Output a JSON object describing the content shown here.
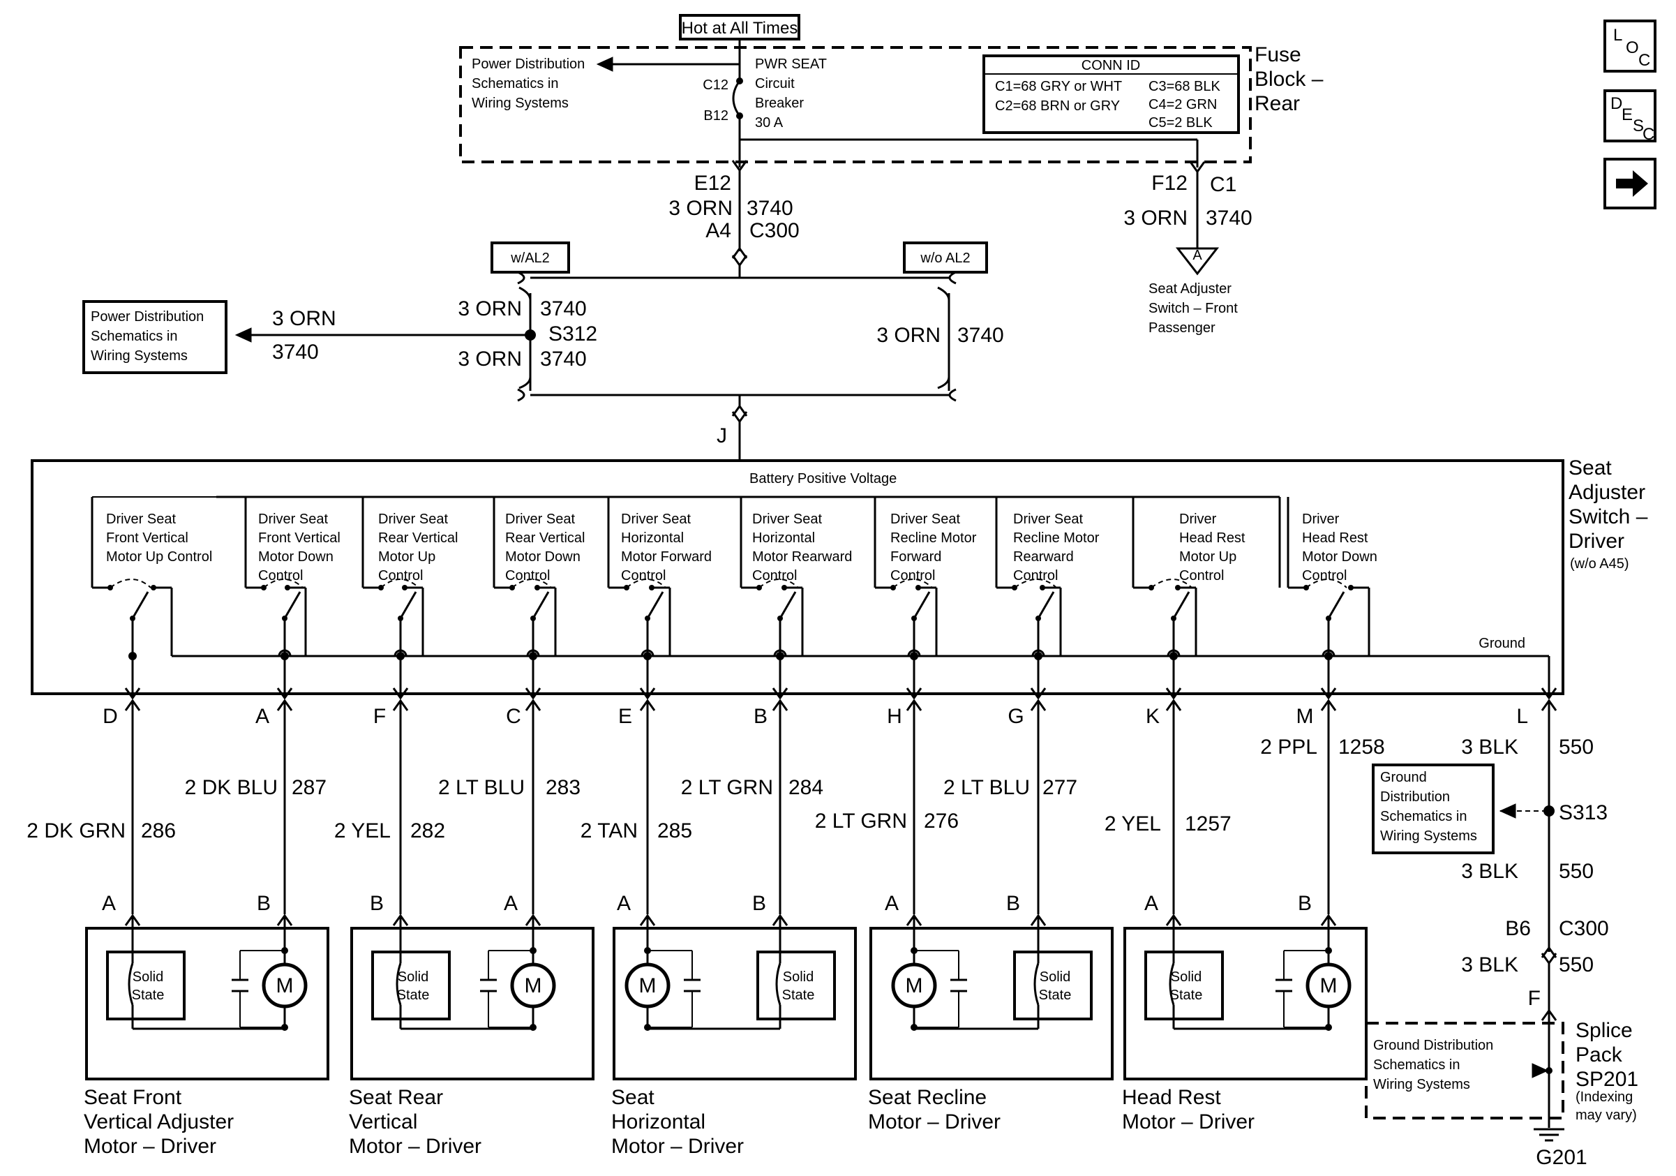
{
  "header": {
    "hot_label": "Hot at All Times"
  },
  "fuse_block": {
    "title_lines": [
      "Fuse",
      "Block –",
      "Rear"
    ],
    "pds_lines": [
      "Power Distribution",
      "Schematics in",
      "Wiring Systems"
    ],
    "breaker_lines": [
      "PWR SEAT",
      "Circuit",
      "Breaker",
      "30 A"
    ],
    "pin_c12": "C12",
    "pin_b12": "B12",
    "conn_id": {
      "title": "CONN ID",
      "left_lines": [
        "C1=68 GRY or WHT",
        "C2=68 BRN or GRY"
      ],
      "right_lines": [
        "C3=68 BLK",
        "C4=2 GRN",
        "C5=2 BLK"
      ]
    }
  },
  "nav_buttons": [
    {
      "name": "loc",
      "chars": [
        "L",
        "O",
        "C"
      ]
    },
    {
      "name": "desc",
      "chars": [
        "D",
        "E",
        "S",
        "C"
      ]
    },
    {
      "name": "arrow",
      "symbol": "➡"
    }
  ],
  "left_feed": {
    "pin_top": "E12",
    "wire": "3 ORN",
    "circuit": "3740",
    "pin_bottom": "A4",
    "connector": "C300"
  },
  "right_feed": {
    "pin": "F12",
    "connector": "C1",
    "wire": "3 ORN",
    "circuit": "3740",
    "offpage": "A",
    "dest_lines": [
      "Seat Adjuster",
      "Switch – Front",
      "Passenger"
    ]
  },
  "options": {
    "with": "w/AL2",
    "without": "w/o AL2"
  },
  "splice": {
    "name": "S312",
    "wire_top": "3 ORN",
    "circuit_top": "3740",
    "wire_bottom": "3 ORN",
    "circuit_bottom": "3740",
    "branch_wire": "3 ORN",
    "branch_circuit": "3740",
    "pds_lines": [
      "Power Distribution",
      "Schematics in",
      "Wiring Systems"
    ]
  },
  "alt_path": {
    "wire": "3 ORN",
    "circuit": "3740"
  },
  "switch_pin": "J",
  "switch": {
    "title_lines": [
      "Seat",
      "Adjuster",
      "Switch –",
      "Driver"
    ],
    "subtitle": "(w/o A45)",
    "bpv": "Battery Positive Voltage",
    "ground": "Ground",
    "controls": [
      {
        "lines": [
          "Driver Seat",
          "Front Vertical",
          "Motor Up Control"
        ]
      },
      {
        "lines": [
          "Driver Seat",
          "Front Vertical",
          "Motor Down",
          "Control"
        ]
      },
      {
        "lines": [
          "Driver Seat",
          "Rear Vertical",
          "Motor Up",
          "Control"
        ]
      },
      {
        "lines": [
          "Driver Seat",
          "Rear Vertical",
          "Motor Down",
          "Control"
        ]
      },
      {
        "lines": [
          "Driver Seat",
          "Horizontal",
          "Motor Forward",
          "Control"
        ]
      },
      {
        "lines": [
          "Driver Seat",
          "Horizontal",
          "Motor Rearward",
          "Control"
        ]
      },
      {
        "lines": [
          "Driver Seat",
          "Recline Motor",
          "Forward",
          "Control"
        ]
      },
      {
        "lines": [
          "Driver Seat",
          "Recline Motor",
          "Rearward",
          "Control"
        ]
      },
      {
        "lines": [
          "Driver",
          "Head Rest",
          "Motor Up",
          "Control"
        ]
      },
      {
        "lines": [
          "Driver",
          "Head Rest",
          "Motor Down",
          "Control"
        ]
      }
    ]
  },
  "wires": [
    {
      "pin": "D",
      "color": "2 DK GRN",
      "circuit": "286"
    },
    {
      "pin": "A",
      "color": "2 DK BLU",
      "circuit": "287"
    },
    {
      "pin": "F",
      "color": "2 YEL",
      "circuit": "282"
    },
    {
      "pin": "C",
      "color": "2 LT BLU",
      "circuit": "283"
    },
    {
      "pin": "E",
      "color": "2 TAN",
      "circuit": "285"
    },
    {
      "pin": "B",
      "color": "2 LT GRN",
      "circuit": "284"
    },
    {
      "pin": "H",
      "color": "2 LT GRN",
      "circuit": "276"
    },
    {
      "pin": "G",
      "color": "2 LT BLU",
      "circuit": "277"
    },
    {
      "pin": "K",
      "color": "2 YEL",
      "circuit": "1257"
    },
    {
      "pin": "M",
      "color": "2 PPL",
      "circuit": "1258"
    }
  ],
  "motors": [
    {
      "name_lines": [
        "Seat Front",
        "Vertical Adjuster",
        "Motor – Driver"
      ],
      "pins": [
        "A",
        "B"
      ],
      "solid_state": [
        "Solid",
        "State"
      ],
      "motor_symbol": "M"
    },
    {
      "name_lines": [
        "Seat Rear",
        "Vertical",
        "Motor – Driver"
      ],
      "pins": [
        "B",
        "A"
      ],
      "solid_state": [
        "Solid",
        "State"
      ],
      "motor_symbol": "M"
    },
    {
      "name_lines": [
        "Seat",
        "Horizontal",
        "Motor – Driver"
      ],
      "pins": [
        "A",
        "B"
      ],
      "solid_state": [
        "Solid",
        "State"
      ],
      "motor_symbol": "M"
    },
    {
      "name_lines": [
        "Seat Recline",
        "Motor – Driver"
      ],
      "pins": [
        "A",
        "B"
      ],
      "solid_state": [
        "Solid",
        "State"
      ],
      "motor_symbol": "M"
    },
    {
      "name_lines": [
        "Head Rest",
        "Motor – Driver"
      ],
      "pins": [
        "A",
        "B"
      ],
      "solid_state": [
        "Solid",
        "State"
      ],
      "motor_symbol": "M"
    }
  ],
  "ground_circuit": {
    "pin": "L",
    "wire1": "3 BLK",
    "circuit1": "550",
    "gd_lines": [
      "Ground",
      "Distribution",
      "Schematics in",
      "Wiring Systems"
    ],
    "splice": "S313",
    "wire2": "3 BLK",
    "circuit2": "550",
    "c300_pin": "B6",
    "c300": "C300",
    "wire3": "3 BLK",
    "circuit3": "550",
    "pin_f": "F",
    "splice_pack_lines": [
      "Splice",
      "Pack",
      "SP201"
    ],
    "indexing_lines": [
      "(Indexing",
      "may vary)"
    ],
    "sp_gd_lines": [
      "Ground Distribution",
      "Schematics in",
      "Wiring Systems"
    ],
    "ground_name": "G201"
  }
}
